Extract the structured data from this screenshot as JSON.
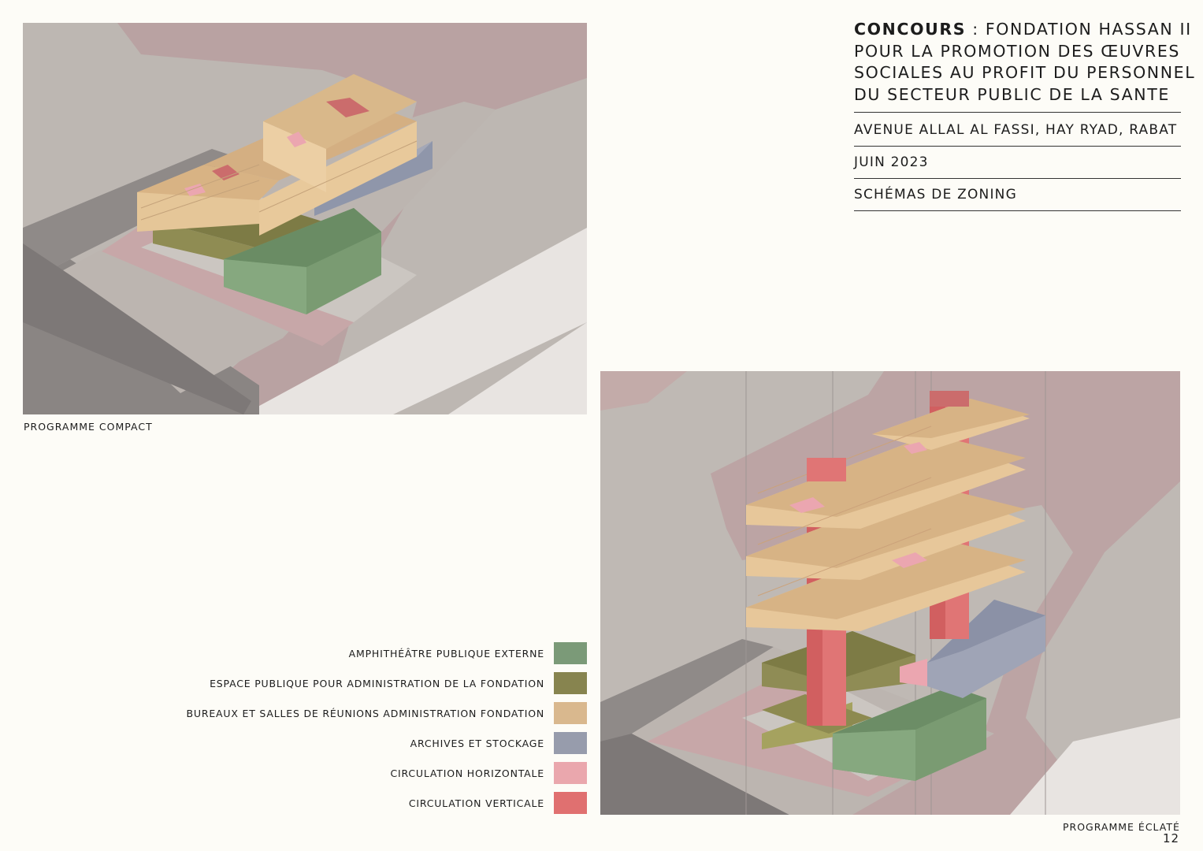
{
  "title": {
    "bold_prefix": "CONCOURS",
    "line1_rest": " : FONDATION HASSAN II",
    "line2": "POUR LA PROMOTION DES ŒUVRES",
    "line3": "SOCIALES AU PROFIT DU PERSONNEL",
    "line4": "DU SECTEUR PUBLIC DE LA SANTE"
  },
  "address": "AVENUE ALLAL AL FASSI, HAY RYAD, RABAT",
  "date": "JUIN 2023",
  "subject": "SCHÉMAS DE ZONING",
  "captions": {
    "compact": "PROGRAMME COMPACT",
    "exploded": "PROGRAMME ÉCLATÉ"
  },
  "legend": [
    {
      "label": "AMPHITHÉÂTRE PUBLIQUE EXTERNE",
      "color": "#7b9a78"
    },
    {
      "label": "ESPACE PUBLIQUE POUR ADMINISTRATION DE LA FONDATION",
      "color": "#87844f"
    },
    {
      "label": "BUREAUX ET SALLES DE RÉUNIONS ADMINISTRATION FONDATION",
      "color": "#d9b88e"
    },
    {
      "label": "ARCHIVES ET STOCKAGE",
      "color": "#979cac"
    },
    {
      "label": "CIRCULATION HORIZONTALE",
      "color": "#eaa7ad"
    },
    {
      "label": "CIRCULATION VERTICALE",
      "color": "#e07070"
    }
  ],
  "page_number": "12"
}
